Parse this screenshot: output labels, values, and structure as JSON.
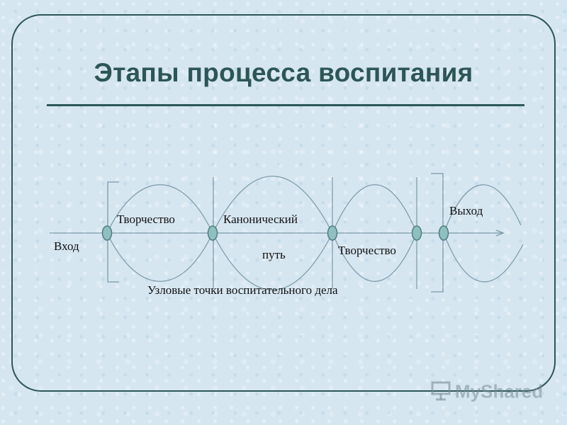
{
  "title": "Этапы процесса воспитания",
  "labels": {
    "entry": "Вход",
    "creativity_1": "Творчество",
    "canonical": "Канонический",
    "path": "путь",
    "creativity_2": "Творчество",
    "exit": "Выход",
    "nodal_points": "Узловые точки воспитательного дела"
  },
  "watermark": "MyShared",
  "colors": {
    "frame": "#2d5656",
    "background": "#d6e6f1",
    "node_fill": "#8fbfbf",
    "node_stroke": "#4e7f80",
    "curves": "#7a99a6"
  }
}
